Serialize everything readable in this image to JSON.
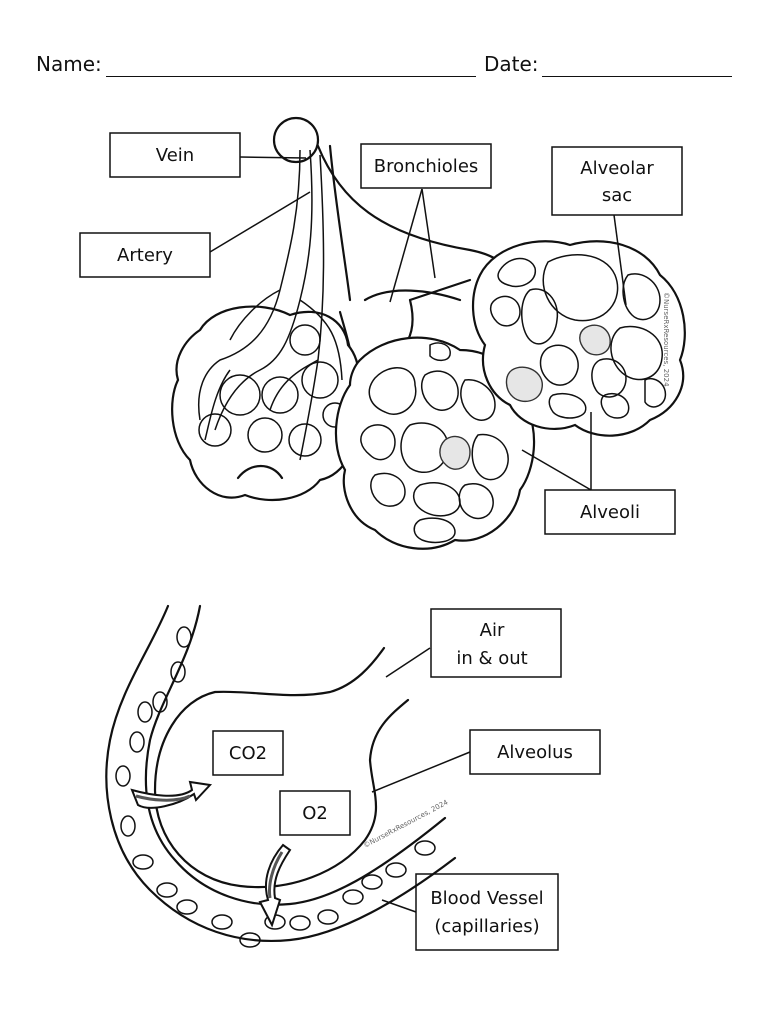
{
  "header": {
    "name_label": "Name:",
    "date_label": "Date:"
  },
  "diagram1": {
    "labels": {
      "vein": "Vein",
      "artery": "Artery",
      "bronchioles": "Bronchioles",
      "alveolar_sac_line1": "Alveolar",
      "alveolar_sac_line2": "sac",
      "alveoli": "Alveoli"
    },
    "watermark": "©NurseRxResources, 2024"
  },
  "diagram2": {
    "labels": {
      "air_line1": "Air",
      "air_line2": "in & out",
      "co2": "CO2",
      "o2": "O2",
      "alveolus": "Alveolus",
      "blood_vessel_line1": "Blood Vessel",
      "blood_vessel_line2": "(capillaries)"
    },
    "watermark": "©NurseRxResources, 2024"
  }
}
